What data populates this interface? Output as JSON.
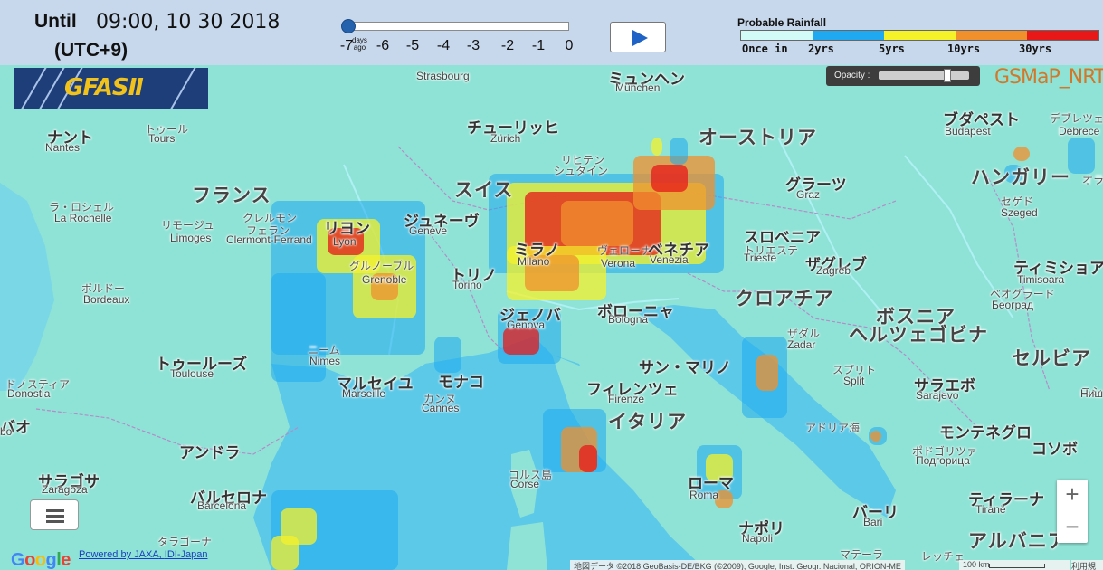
{
  "header": {
    "until_label": "Until",
    "datetime": "09:00, 10 30 2018",
    "timezone": "(UTC+9)"
  },
  "slider": {
    "ticks": [
      "-7",
      "-6",
      "-5",
      "-4",
      "-3",
      "-2",
      "-1",
      "0"
    ],
    "days_label": "days",
    "ago_label": "ago",
    "value_days": -7
  },
  "play_button": {
    "icon": "play-icon"
  },
  "legend": {
    "title": "Probable Rainfall",
    "labels": [
      "Once in",
      "2yrs",
      "5yrs",
      "10yrs",
      "30yrs"
    ],
    "colors": [
      "#d2fbf8",
      "#1ea9f0",
      "#f5f22a",
      "#f0902d",
      "#e81818"
    ]
  },
  "overlay": {
    "logo_text": "GFASⅡ",
    "product": "GSMaP_NRT",
    "opacity_label": "Opacity :",
    "opacity_value": 0.78
  },
  "places": [
    {
      "text": "Strasbourg",
      "cls": "en"
    },
    {
      "text": "ミュンヘン",
      "cls": "jp-med"
    },
    {
      "text": "München",
      "cls": "en"
    },
    {
      "text": "チューリッヒ",
      "cls": "jp-med"
    },
    {
      "text": "Zürich",
      "cls": "en"
    },
    {
      "text": "オーストリア",
      "cls": "jp-big"
    },
    {
      "text": "ブダペスト",
      "cls": "jp-med"
    },
    {
      "text": "Budapest",
      "cls": "en"
    },
    {
      "text": "デブレツェ",
      "cls": "jp-sm"
    },
    {
      "text": "Debrece",
      "cls": "en"
    },
    {
      "text": "ナント",
      "cls": "jp-med"
    },
    {
      "text": "Nantes",
      "cls": "en"
    },
    {
      "text": "トゥール",
      "cls": "jp-sm"
    },
    {
      "text": "Tours",
      "cls": "en"
    },
    {
      "text": "リヒテン",
      "cls": "jp-sm"
    },
    {
      "text": "シュタイン",
      "cls": "jp-sm"
    },
    {
      "text": "フランス",
      "cls": "jp-big"
    },
    {
      "text": "スイス",
      "cls": "jp-big"
    },
    {
      "text": "グラーツ",
      "cls": "jp-med"
    },
    {
      "text": "Graz",
      "cls": "en"
    },
    {
      "text": "ハンガリー",
      "cls": "jp-big"
    },
    {
      "text": "オラ",
      "cls": "jp-sm"
    },
    {
      "text": "ラ・ロシェル",
      "cls": "jp-sm"
    },
    {
      "text": "La Rochelle",
      "cls": "en"
    },
    {
      "text": "リモージュ",
      "cls": "jp-sm"
    },
    {
      "text": "Limoges",
      "cls": "en"
    },
    {
      "text": "クレルモン",
      "cls": "jp-sm"
    },
    {
      "text": "フェラン",
      "cls": "jp-sm"
    },
    {
      "text": "Clermont-Ferrand",
      "cls": "en"
    },
    {
      "text": "リヨン",
      "cls": "jp-med"
    },
    {
      "text": "Lyon",
      "cls": "en"
    },
    {
      "text": "ジュネーヴ",
      "cls": "jp-med"
    },
    {
      "text": "Genève",
      "cls": "en"
    },
    {
      "text": "セゲド",
      "cls": "jp-sm"
    },
    {
      "text": "Szeged",
      "cls": "en"
    },
    {
      "text": "ミラノ",
      "cls": "jp-med"
    },
    {
      "text": "Milano",
      "cls": "en"
    },
    {
      "text": "ヴェローナ",
      "cls": "jp-sm"
    },
    {
      "text": "Verona",
      "cls": "en"
    },
    {
      "text": "ベネチア",
      "cls": "jp-med"
    },
    {
      "text": "Venezia",
      "cls": "en"
    },
    {
      "text": "スロベニア",
      "cls": "jp-med"
    },
    {
      "text": "トリエステ",
      "cls": "jp-sm"
    },
    {
      "text": "Trieste",
      "cls": "en"
    },
    {
      "text": "ザグレブ",
      "cls": "jp-med"
    },
    {
      "text": "Zagreb",
      "cls": "en"
    },
    {
      "text": "ティミショア",
      "cls": "jp-med"
    },
    {
      "text": "Timisoara",
      "cls": "en"
    },
    {
      "text": "グルノーブル",
      "cls": "jp-sm"
    },
    {
      "text": "Grenoble",
      "cls": "en"
    },
    {
      "text": "トリノ",
      "cls": "jp-med"
    },
    {
      "text": "Torino",
      "cls": "en"
    },
    {
      "text": "ボルドー",
      "cls": "jp-sm"
    },
    {
      "text": "Bordeaux",
      "cls": "en"
    },
    {
      "text": "クロアチア",
      "cls": "jp-big"
    },
    {
      "text": "ベオグラード",
      "cls": "jp-sm"
    },
    {
      "text": "Београд",
      "cls": "en"
    },
    {
      "text": "ボローニャ",
      "cls": "jp-med"
    },
    {
      "text": "Bologna",
      "cls": "en"
    },
    {
      "text": "ボスニア",
      "cls": "jp-big"
    },
    {
      "text": "ヘルツェゴビナ",
      "cls": "jp-big"
    },
    {
      "text": "ジェノバ",
      "cls": "jp-med"
    },
    {
      "text": "Genova",
      "cls": "en"
    },
    {
      "text": "ザダル",
      "cls": "jp-sm"
    },
    {
      "text": "Zadar",
      "cls": "en"
    },
    {
      "text": "ニーム",
      "cls": "jp-sm"
    },
    {
      "text": "Nimes",
      "cls": "en"
    },
    {
      "text": "トゥールーズ",
      "cls": "jp-med"
    },
    {
      "text": "Toulouse",
      "cls": "en"
    },
    {
      "text": "セルビア",
      "cls": "jp-big"
    },
    {
      "text": "サン・マリノ",
      "cls": "jp-med"
    },
    {
      "text": "スプリト",
      "cls": "jp-sm"
    },
    {
      "text": "Split",
      "cls": "en"
    },
    {
      "text": "サラエボ",
      "cls": "jp-med"
    },
    {
      "text": "Sarajevo",
      "cls": "en"
    },
    {
      "text": "マルセイユ",
      "cls": "jp-med"
    },
    {
      "text": "Marseille",
      "cls": "en"
    },
    {
      "text": "モナコ",
      "cls": "jp-med"
    },
    {
      "text": "フィレンツェ",
      "cls": "jp-med"
    },
    {
      "text": "Firenze",
      "cls": "en"
    },
    {
      "text": "ドノスティア",
      "cls": "jp-sm"
    },
    {
      "text": "Donostia",
      "cls": "en"
    },
    {
      "text": "カンヌ",
      "cls": "jp-sm"
    },
    {
      "text": "Cannes",
      "cls": "en"
    },
    {
      "text": "ニシュ",
      "cls": "jp-sm"
    },
    {
      "text": "Ниш",
      "cls": "en"
    },
    {
      "text": "アドリア海",
      "cls": "jp-sm"
    },
    {
      "text": "イタリア",
      "cls": "jp-big"
    },
    {
      "text": "モンテネグロ",
      "cls": "jp-med"
    },
    {
      "text": "バオ",
      "cls": "jp-med"
    },
    {
      "text": "bo",
      "cls": "en"
    },
    {
      "text": "アンドラ",
      "cls": "jp-med"
    },
    {
      "text": "ポドゴリツァ",
      "cls": "jp-sm"
    },
    {
      "text": "Подгорица",
      "cls": "en"
    },
    {
      "text": "コソボ",
      "cls": "jp-med"
    },
    {
      "text": "サラゴサ",
      "cls": "jp-med"
    },
    {
      "text": "Zaragoza",
      "cls": "en"
    },
    {
      "text": "コルス島",
      "cls": "jp-sm"
    },
    {
      "text": "Corse",
      "cls": "en"
    },
    {
      "text": "ローマ",
      "cls": "jp-med"
    },
    {
      "text": "Roma",
      "cls": "en"
    },
    {
      "text": "バルセロナ",
      "cls": "jp-med"
    },
    {
      "text": "Barcelona",
      "cls": "en"
    },
    {
      "text": "ティラーナ",
      "cls": "jp-med"
    },
    {
      "text": "Tiranë",
      "cls": "en"
    },
    {
      "text": "バーリ",
      "cls": "jp-med"
    },
    {
      "text": "Bari",
      "cls": "en"
    },
    {
      "text": "ナポリ",
      "cls": "jp-med"
    },
    {
      "text": "Napoli",
      "cls": "en"
    },
    {
      "text": "タラゴーナ",
      "cls": "jp-sm"
    },
    {
      "text": "アルバニア",
      "cls": "jp-big"
    },
    {
      "text": "マテーラ",
      "cls": "jp-sm"
    },
    {
      "text": "レッチェ",
      "cls": "jp-sm"
    }
  ],
  "menu_button": {
    "icon": "hamburger-icon"
  },
  "zoom": {
    "in": "+",
    "out": "−"
  },
  "footer": {
    "google": "Google",
    "powered_by": "Powered by JAXA",
    "idi": "IDI-Japan",
    "attribution": "地図データ ©2018 GeoBasis-DE/BKG (©2009), Google, Inst. Geogr. Nacional, ORION-ME",
    "scale": "100 km",
    "terms": "利用規約"
  }
}
